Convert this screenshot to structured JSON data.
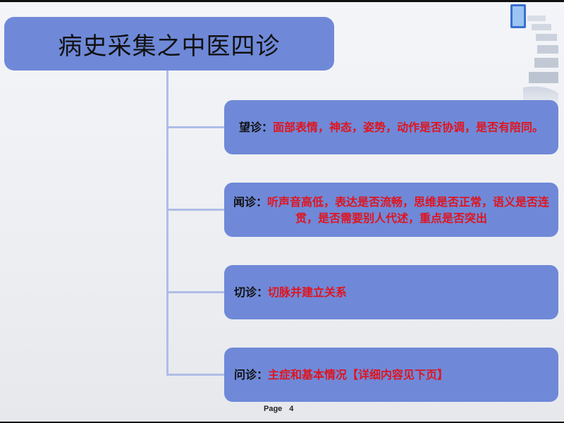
{
  "slide": {
    "title": "病史采集之中医四诊",
    "items": [
      {
        "label": "望诊：",
        "text": "面部表情，神态，姿势，动作是否协调，是否有陪同。"
      },
      {
        "label": "闻诊：",
        "text": "听声音高低，表达是否流畅，思维是否正常，语义是否连贯，是否需要别人代述，重点是否突出"
      },
      {
        "label": "切诊：",
        "text": "切脉并建立关系"
      },
      {
        "label": "问诊：",
        "text": "主症和基本情况【详细内容见下页】"
      }
    ],
    "footer": {
      "page_word": "Page",
      "page_number": "4"
    }
  },
  "colors": {
    "box_fill": "#6f89d8",
    "connector": "#aebde8",
    "label_text": "#111111",
    "value_text": "#e0141e"
  },
  "icons": [
    "staircase-decoration"
  ]
}
